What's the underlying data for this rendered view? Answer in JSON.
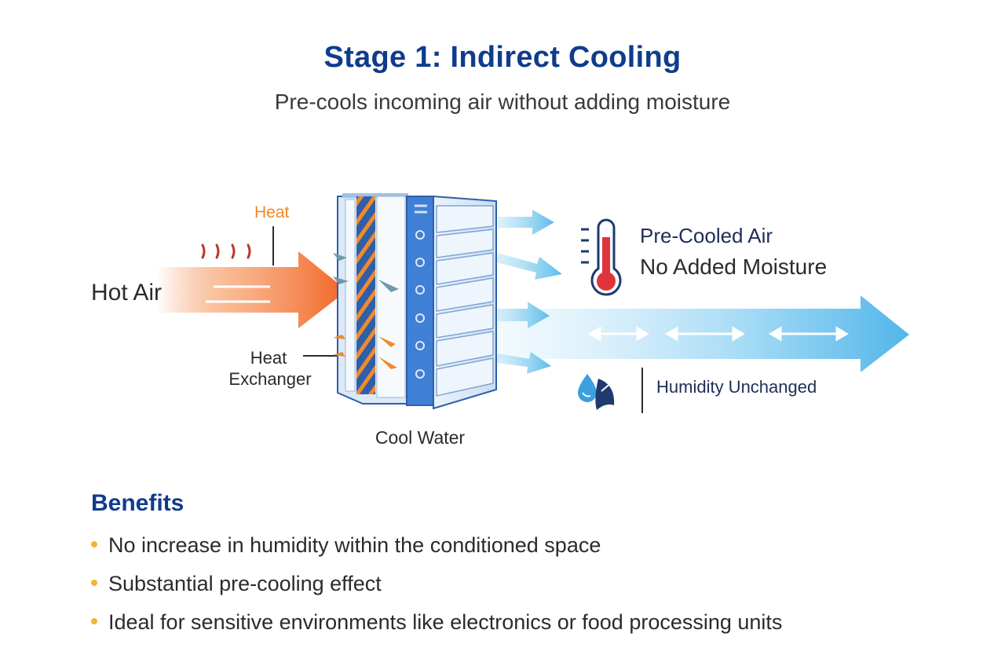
{
  "title": "Stage 1: Indirect Cooling",
  "subtitle": "Pre-cools incoming air without adding moisture",
  "diagram": {
    "labels": {
      "hot_air": "Hot Air",
      "heat": "Heat",
      "heat_exchanger_line1": "Heat",
      "heat_exchanger_line2": "Exchanger",
      "cool_water": "Cool Water",
      "pre_cooled_air": "Pre-Cooled Air",
      "no_added_moisture": "No Added Moisture",
      "humidity_unchanged": "Humidity Unchanged"
    },
    "icons": [
      "heat-waves-icon",
      "thermometer-icon",
      "water-drop-icon"
    ],
    "colors": {
      "hot": "#f26a24",
      "cool": "#5bbcea",
      "exchanger": "#3f7fd6",
      "title": "#0f3c8c",
      "thermometer": "#e0343c"
    }
  },
  "benefits": {
    "heading": "Benefits",
    "items": [
      "No increase in humidity within the conditioned space",
      "Substantial pre-cooling effect",
      "Ideal for sensitive environments like electronics or food processing units"
    ]
  }
}
